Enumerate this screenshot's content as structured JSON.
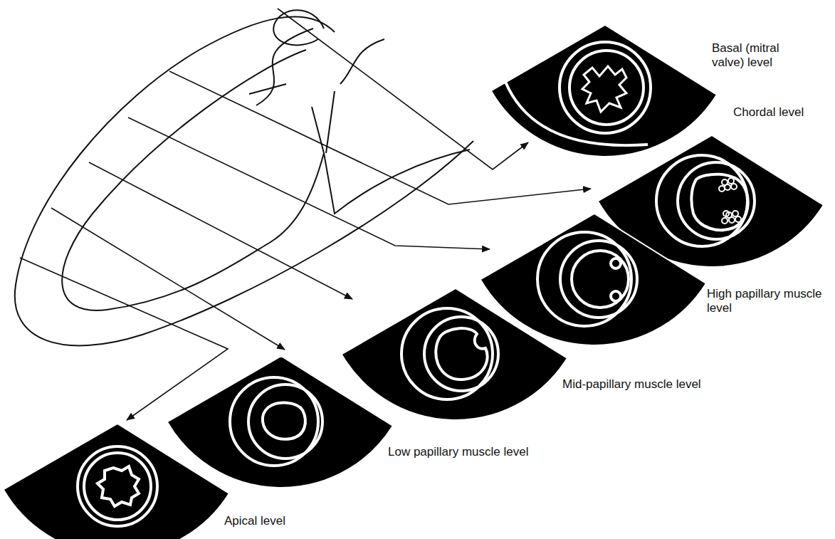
{
  "diagram": {
    "labels": [
      "Basal (mitral valve) level",
      "Chordal level",
      "High papillary muscle level",
      "Mid-papillary muscle level",
      "Low papillary muscle level",
      "Apical level"
    ]
  }
}
